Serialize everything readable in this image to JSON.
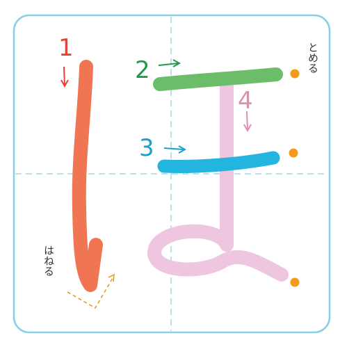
{
  "strokes": [
    {
      "number": "1",
      "color": "#e8403a",
      "stroke_color": "#f07553"
    },
    {
      "number": "2",
      "color": "#1f9a4a",
      "stroke_color": "#6cbd6a"
    },
    {
      "number": "3",
      "color": "#1aa0cf",
      "stroke_color": "#23b4e0"
    },
    {
      "number": "4",
      "color": "#e48ab4",
      "stroke_color": "#eec6df"
    }
  ],
  "annotations": {
    "tome": "とめる",
    "hane": "はねる"
  },
  "colors": {
    "frame": "#86d0e6",
    "guide": "#9fd7ea",
    "endpoint_dot": "#f39a1a",
    "hane_guide": "#e0a020"
  }
}
